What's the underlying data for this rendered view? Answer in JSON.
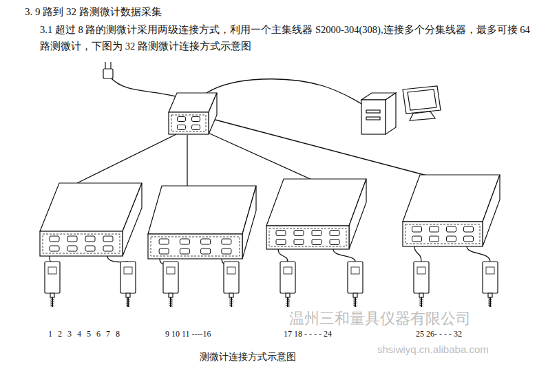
{
  "diagram": {
    "title": "3.   9 路到 32 路测微计数据采集",
    "caption": "测微计连接方式示意图",
    "labels": [
      "3.1  超过 8 路的测微计采用两级连接方式，利用一个主集线器 S2000-304(308),连接多个分集线器，最多可接 64 路测微计，下图为 32 路测微计连接方式示意图",
      "1 2 3 4 5 6 7 8",
      "9 10 11 ----16",
      "17 18 - - - - 24",
      "25 26- - - - 32",
      "温州三和量具仪器有限公司",
      "shsiwiyq.cn.alibaba.com"
    ]
  }
}
